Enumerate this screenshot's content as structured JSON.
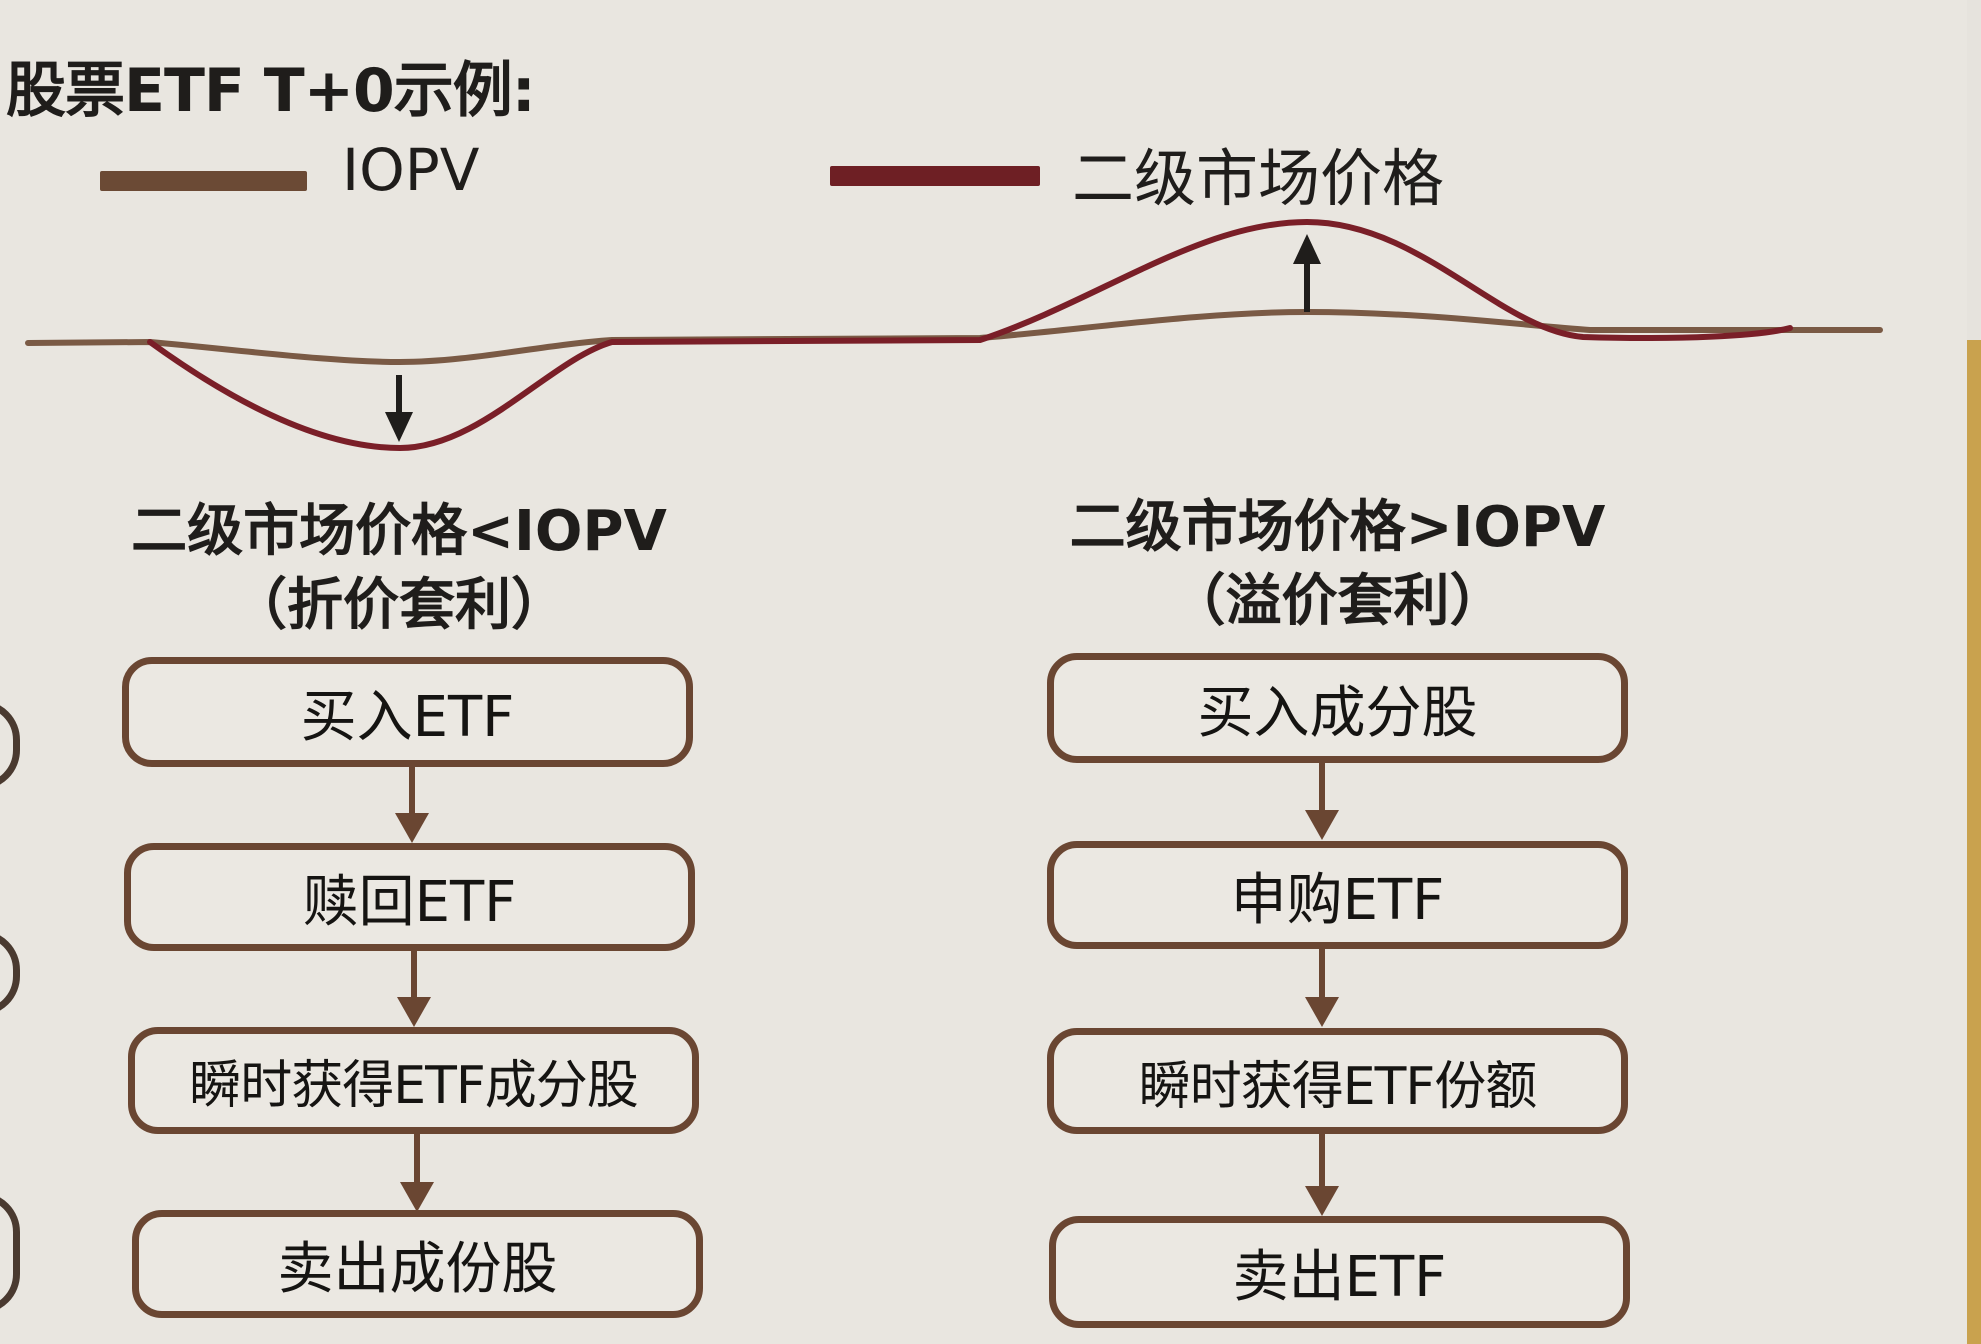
{
  "title": "股票ETF  T+0示例:",
  "legend": {
    "iopv": {
      "label": "IOPV",
      "color": "#6b4a35"
    },
    "market_price": {
      "label": "二级市场价格",
      "color": "#6e1f24"
    }
  },
  "diagram": {
    "description": "IOPV line vs secondary market price line; left dip shows market price below IOPV, right hump shows market price above IOPV",
    "colors": {
      "iopv": "#7a5a45",
      "market_price": "#7a1f28",
      "arrow": "#1f1d1b",
      "box_border": "#6a4632",
      "background": "#e9e6e0"
    }
  },
  "left": {
    "heading": "二级市场价格<IOPV",
    "subheading": "（折价套利）",
    "steps": [
      "买入ETF",
      "赎回ETF",
      "瞬时获得ETF成分股",
      "卖出成份股"
    ]
  },
  "right": {
    "heading": "二级市场价格>IOPV",
    "subheading": "（溢价套利）",
    "steps": [
      "买入成分股",
      "申购ETF",
      "瞬时获得ETF份额",
      "卖出ETF"
    ]
  }
}
